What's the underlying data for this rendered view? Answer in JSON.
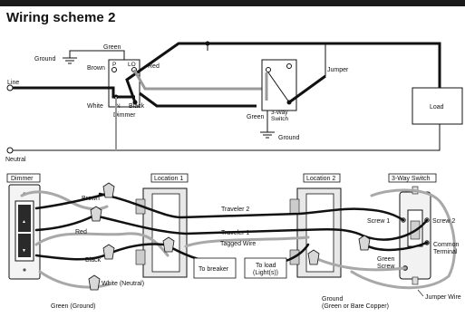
{
  "title": "Wiring scheme 2",
  "schematic": {
    "labels": {
      "green_top": "Green",
      "ground_left": "Ground",
      "brown": "Brown",
      "terminal_p": "P",
      "terminal_lo": "LO",
      "red": "Red",
      "line": "Line",
      "white": "White",
      "terminal_n": "N",
      "black": "Black",
      "dimmer": "Dimmer",
      "jumper": "Jumper",
      "load": "Load",
      "green_switch": "Green",
      "three_way_switch_line1": "3-Way",
      "three_way_switch_line2": "Switch",
      "ground_switch": "Ground",
      "neutral": "Neutral"
    }
  },
  "pictorial": {
    "headers": {
      "dimmer": "Dimmer",
      "location1": "Location 1",
      "location2": "Location 2",
      "three_way_switch": "3-Way Switch"
    },
    "labels": {
      "brown": "Brown",
      "red": "Red",
      "black": "Black",
      "traveler2": "Traveler 2",
      "traveler1": "Traveler 1",
      "tagged_wire": "Tagged Wire",
      "to_breaker": "To breaker",
      "to_load_line1": "To load",
      "to_load_line2": "(Light(s))",
      "white_neutral": "White (Neutral)",
      "green_ground": "Green (Ground)",
      "screw1": "Screw 1",
      "screw2": "Screw 2",
      "common_terminal_line1": "Common",
      "common_terminal_line2": "Terminal",
      "green_screw_line1": "Green",
      "green_screw_line2": "Screw",
      "ground_bottom_line1": "Ground",
      "ground_bottom_line2": "(Green or Bare Copper)",
      "jumper_wire": "Jumper Wire"
    }
  }
}
